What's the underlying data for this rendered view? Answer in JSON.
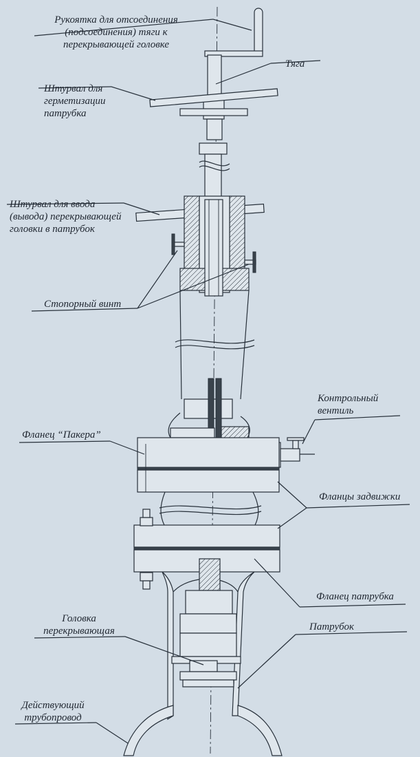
{
  "labels": {
    "handle": [
      "Рукоятка для отсоединения",
      "(подсоединения) тяги к",
      "перекрывающей головке"
    ],
    "rod": [
      "Тяга"
    ],
    "wheel_seal": [
      "Штурвал для",
      "герметизации",
      "патрубка"
    ],
    "wheel_input": [
      "Штурвал для ввода",
      "(вывода) перекрывающей",
      "головки в патрубок"
    ],
    "lock_screw": [
      "Стопорный винт"
    ],
    "control_valve": [
      "Контрольный",
      "вентиль"
    ],
    "packer_flange": [
      "Фланец “Пакера”"
    ],
    "valve_flanges": [
      "Фланцы задвижки"
    ],
    "pipe_flange": [
      "Фланец патрубка"
    ],
    "plug_head": [
      "Головка",
      "перекрывающая"
    ],
    "branch_pipe": [
      "Патрубок"
    ],
    "main_pipeline": [
      "Действующий",
      "трубопровод"
    ]
  }
}
